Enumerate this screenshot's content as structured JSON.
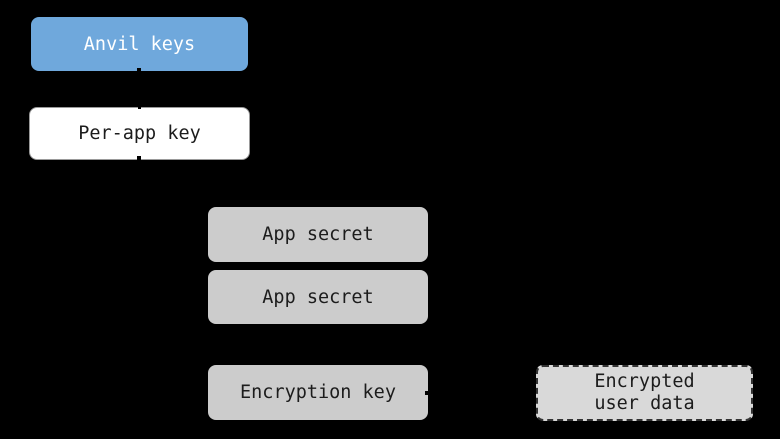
{
  "canvas": {
    "background_color": "#000000"
  },
  "nodes": {
    "anvil_keys": {
      "label": "Anvil keys",
      "fill_color": "#6fa8dc",
      "text_color": "#ffffff",
      "border_style": "none"
    },
    "per_app_key": {
      "label": "Per-app key",
      "fill_color": "#ffffff",
      "text_color": "#1c1c1c",
      "border_style": "solid",
      "border_color": "#999999"
    },
    "app_secret_1": {
      "label": "App secret",
      "fill_color": "#cccccc",
      "text_color": "#1c1c1c",
      "border_style": "none"
    },
    "app_secret_2": {
      "label": "App secret",
      "fill_color": "#cccccc",
      "text_color": "#1c1c1c",
      "border_style": "none"
    },
    "encryption_key": {
      "label": "Encryption key",
      "fill_color": "#cccccc",
      "text_color": "#1c1c1c",
      "border_style": "none"
    },
    "encrypted_user_data": {
      "label_line1": "Encrypted",
      "label_line2": "user data",
      "fill_color": "#d9d9d9",
      "text_color": "#1c1c1c",
      "border_style": "dashed",
      "border_color": "#333333"
    }
  }
}
